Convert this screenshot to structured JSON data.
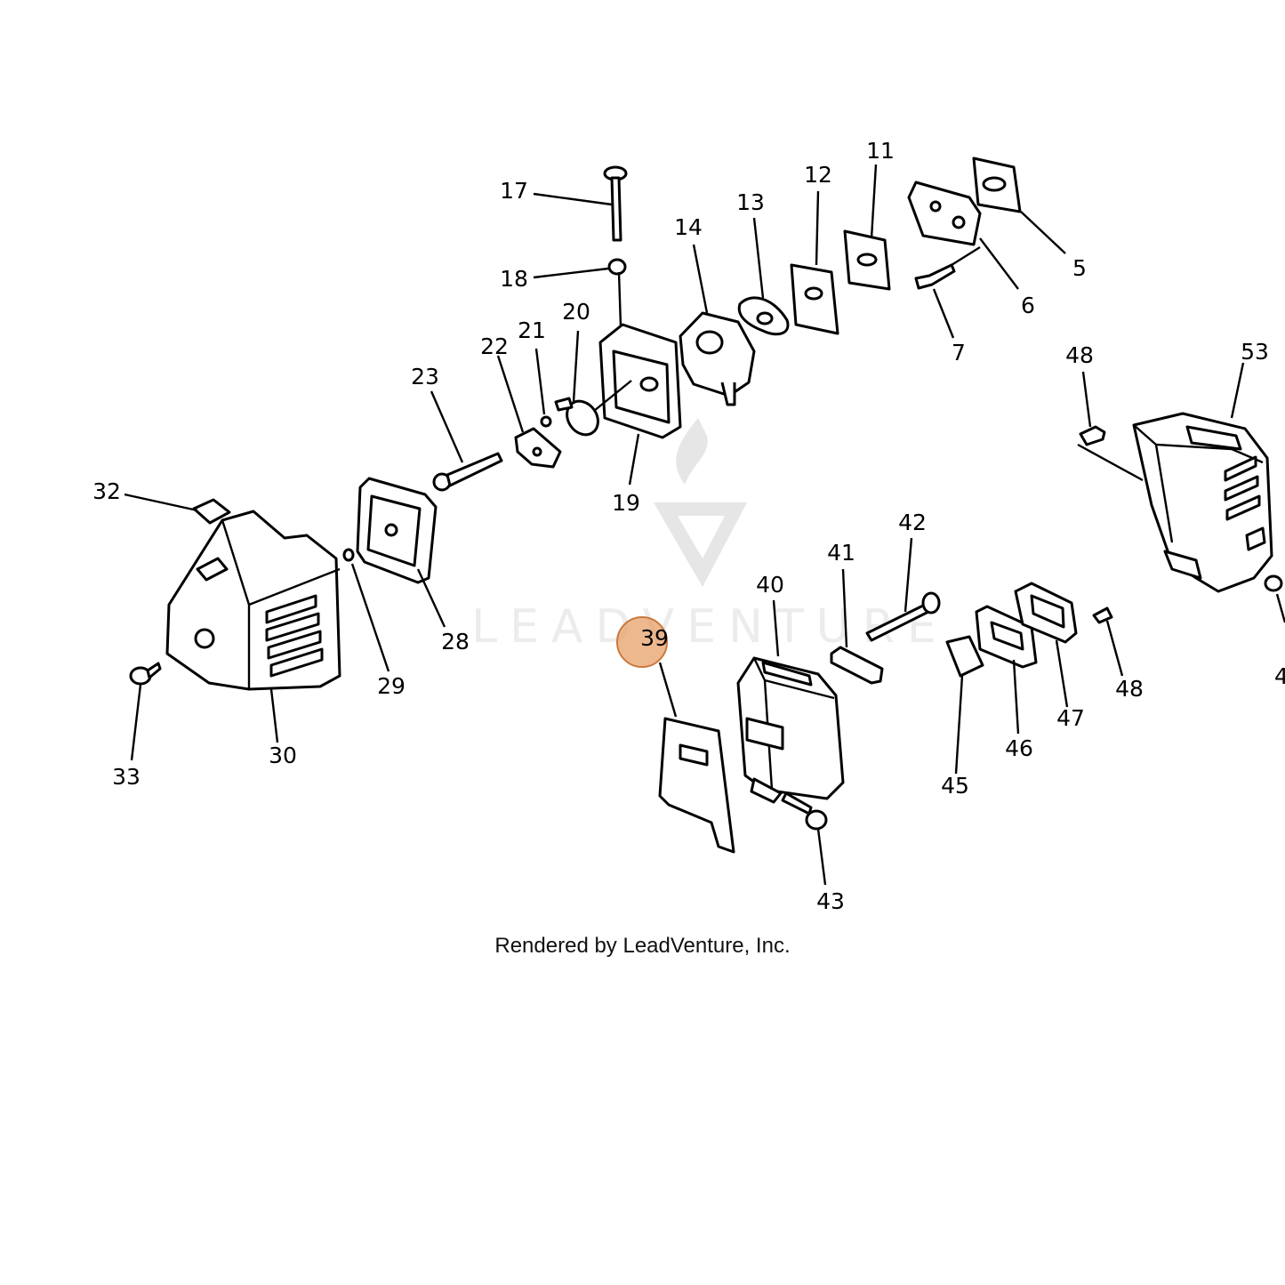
{
  "diagram": {
    "labels": [
      {
        "id": "5",
        "text": "5"
      },
      {
        "id": "6",
        "text": "6"
      },
      {
        "id": "7",
        "text": "7"
      },
      {
        "id": "11",
        "text": "11"
      },
      {
        "id": "12",
        "text": "12"
      },
      {
        "id": "13",
        "text": "13"
      },
      {
        "id": "14",
        "text": "14"
      },
      {
        "id": "17",
        "text": "17"
      },
      {
        "id": "18",
        "text": "18"
      },
      {
        "id": "19",
        "text": "19"
      },
      {
        "id": "20",
        "text": "20"
      },
      {
        "id": "21",
        "text": "21"
      },
      {
        "id": "22",
        "text": "22"
      },
      {
        "id": "23",
        "text": "23"
      },
      {
        "id": "28",
        "text": "28"
      },
      {
        "id": "29",
        "text": "29"
      },
      {
        "id": "30",
        "text": "30"
      },
      {
        "id": "32",
        "text": "32"
      },
      {
        "id": "33",
        "text": "33"
      },
      {
        "id": "39",
        "text": "39"
      },
      {
        "id": "40",
        "text": "40"
      },
      {
        "id": "41",
        "text": "41"
      },
      {
        "id": "42",
        "text": "42"
      },
      {
        "id": "43",
        "text": "43"
      },
      {
        "id": "45",
        "text": "45"
      },
      {
        "id": "46",
        "text": "46"
      },
      {
        "id": "47",
        "text": "47"
      },
      {
        "id": "48a",
        "text": "48"
      },
      {
        "id": "48b",
        "text": "48"
      },
      {
        "id": "53",
        "text": "53"
      },
      {
        "id": "4x",
        "text": "4"
      }
    ],
    "highlighted_part": "39",
    "highlight_color": "#e8a06a",
    "watermark": "LEADVENTURE",
    "credit": "Rendered by LeadVenture, Inc."
  }
}
